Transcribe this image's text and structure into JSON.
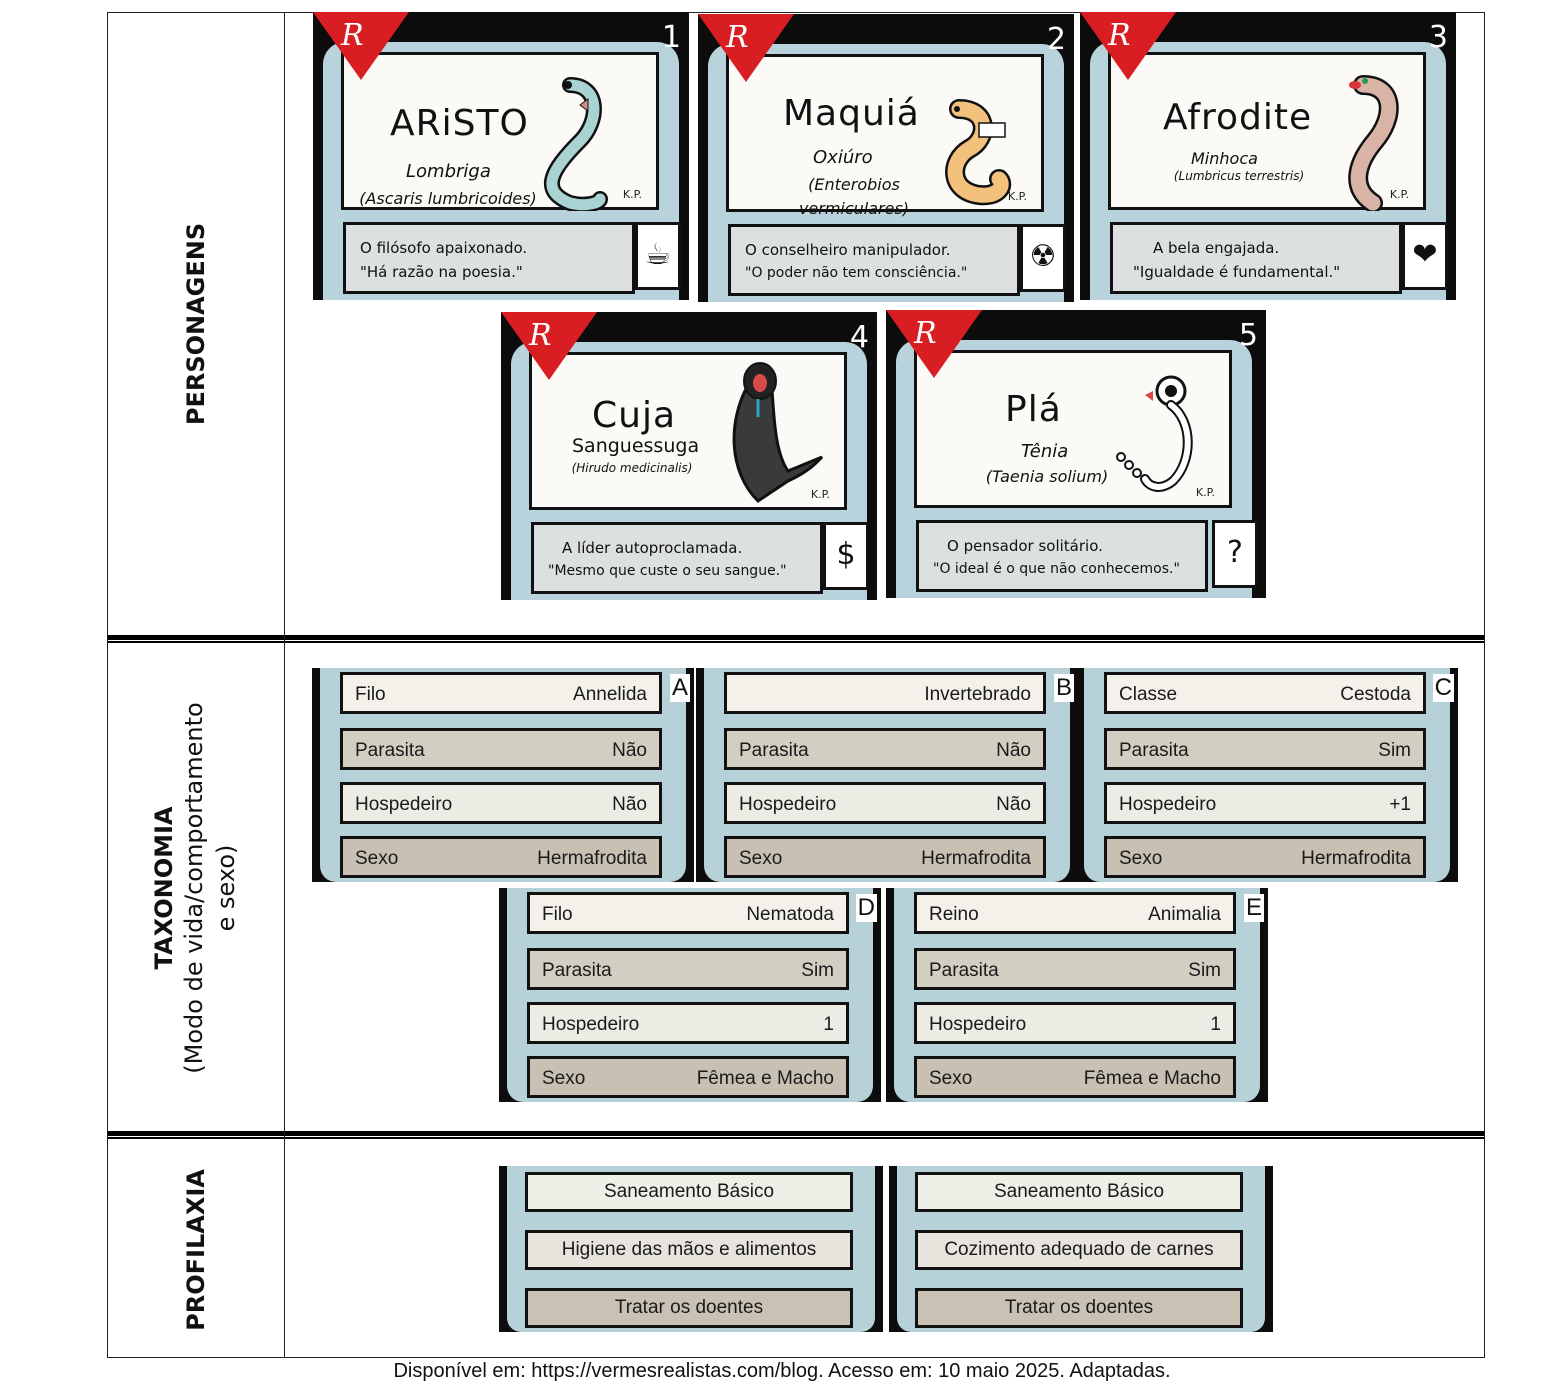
{
  "rows": {
    "personagens": "PERSONAGENS",
    "taxonomia": "TAXONOMIA",
    "taxonomia_sub1": "(Modo de vida/comportamento",
    "taxonomia_sub2": "e sexo)",
    "profilaxia": "PROFILAXIA"
  },
  "characters": [
    {
      "number": "1",
      "name": "ARiSTO",
      "common": "Lombriga",
      "scientific": "(Ascaris lumbricoides)",
      "quote1": "O filósofo apaixonado.",
      "quote2": "\"Há razão na poesia.\"",
      "symbol": "cup-icon",
      "symbol_glyph": "☕",
      "initials": "K.P.",
      "corner": "R"
    },
    {
      "number": "2",
      "name": "Maquiá",
      "common": "Oxiúro",
      "scientific": "(Enterobios vermiculares)",
      "quote1": "O conselheiro manipulador.",
      "quote2": "\"O poder não tem consciência.\"",
      "symbol": "radioactive-icon",
      "symbol_glyph": "☢",
      "initials": "K.P.",
      "corner": "R"
    },
    {
      "number": "3",
      "name": "Afrodite",
      "common": "Minhoca",
      "scientific": "(Lumbricus terrestris)",
      "quote1": "A bela engajada.",
      "quote2": "\"Igualdade é fundamental.\"",
      "symbol": "heart-icon",
      "symbol_glyph": "❤",
      "initials": "K.P.",
      "corner": "R"
    },
    {
      "number": "4",
      "name": "Cuja",
      "common": "Sanguessuga",
      "scientific": "(Hirudo medicinalis)",
      "quote1": "A líder autoproclamada.",
      "quote2": "\"Mesmo que custe o seu sangue.\"",
      "symbol": "money-bag-icon",
      "symbol_glyph": "$",
      "initials": "K.P.",
      "corner": "R"
    },
    {
      "number": "5",
      "name": "Plá",
      "common": "Tênia",
      "scientific": "(Taenia solium)",
      "quote1": "O pensador solitário.",
      "quote2": "\"O ideal é o que não conhecemos.\"",
      "symbol": "question-icon",
      "symbol_glyph": "?",
      "initials": "K.P.",
      "corner": "R"
    }
  ],
  "taxonomy": [
    {
      "letter": "A",
      "rows": [
        [
          "Filo",
          "Annelida"
        ],
        [
          "Parasita",
          "Não"
        ],
        [
          "Hospedeiro",
          "Não"
        ],
        [
          "Sexo",
          "Hermafrodita"
        ]
      ]
    },
    {
      "letter": "B",
      "rows": [
        [
          "",
          "Invertebrado"
        ],
        [
          "Parasita",
          "Não"
        ],
        [
          "Hospedeiro",
          "Não"
        ],
        [
          "Sexo",
          "Hermafrodita"
        ]
      ]
    },
    {
      "letter": "C",
      "rows": [
        [
          "Classe",
          "Cestoda"
        ],
        [
          "Parasita",
          "Sim"
        ],
        [
          "Hospedeiro",
          "+1"
        ],
        [
          "Sexo",
          "Hermafrodita"
        ]
      ]
    },
    {
      "letter": "D",
      "rows": [
        [
          "Filo",
          "Nematoda"
        ],
        [
          "Parasita",
          "Sim"
        ],
        [
          "Hospedeiro",
          "1"
        ],
        [
          "Sexo",
          "Fêmea e Macho"
        ]
      ]
    },
    {
      "letter": "E",
      "rows": [
        [
          "Reino",
          "Animalia"
        ],
        [
          "Parasita",
          "Sim"
        ],
        [
          "Hospedeiro",
          "1"
        ],
        [
          "Sexo",
          "Fêmea e Macho"
        ]
      ]
    }
  ],
  "prophylaxis": [
    [
      "Saneamento Básico",
      "Higiene das mãos e alimentos",
      "Tratar os doentes"
    ],
    [
      "Saneamento Básico",
      "Cozimento adequado de carnes",
      "Tratar os doentes"
    ]
  ],
  "source": "Disponível em: https://vermesrealistas.com/blog. Acesso em: 10 maio 2025. Adaptadas.",
  "colors": {
    "triangle": "#d81e22",
    "card_frame": "#0c0c0c",
    "panel": "#b8d3db",
    "worm_blue": "#a9d3d2",
    "worm_orange": "#f2c27c",
    "worm_pink": "#d9b3a6",
    "leech": "#3a3a3a"
  }
}
